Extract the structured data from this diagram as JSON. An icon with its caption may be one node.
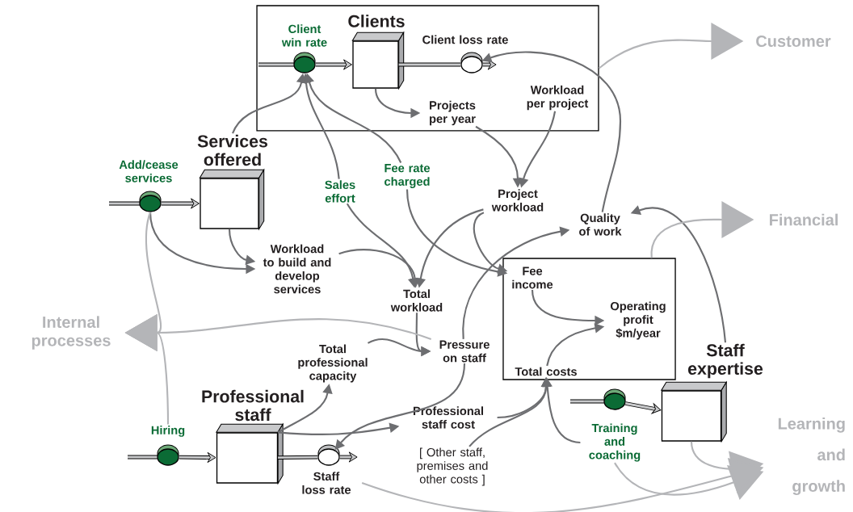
{
  "diagram": {
    "nodes": [
      {
        "text": [],
        "shape": "box"
      },
      {
        "text": [
          "Client win rate"
        ],
        "in": 0
      },
      {
        "text": [
          "Clients"
        ],
        "in": 0
      },
      {
        "text": [
          "Client loss rate"
        ],
        "in": 0
      },
      {
        "text": [
          "Projects per year"
        ],
        "in": 0
      },
      {
        "text": [
          "Workload per project"
        ],
        "in": 0
      },
      {
        "text": [
          "Services offered"
        ]
      },
      {
        "text": [
          "Add/cease services"
        ]
      },
      {
        "text": [
          "Sales effort"
        ]
      },
      {
        "text": [
          "Fee rate charged"
        ]
      },
      {
        "text": [
          "Project workload"
        ]
      },
      {
        "text": [
          "Quality of work"
        ]
      },
      {
        "text": [
          "Workload to build and develop services"
        ]
      },
      {
        "text": [
          "Total workload"
        ]
      },
      {
        "text": [],
        "shape": "box"
      },
      {
        "text": [
          "Fee income"
        ],
        "in": 14
      },
      {
        "text": [
          "Operating profit $m/year"
        ],
        "in": 14
      },
      {
        "text": [
          "Total costs"
        ],
        "in": 14
      },
      {
        "text": [
          "Pressure on staff"
        ]
      },
      {
        "text": [
          "Total professional capacity"
        ]
      },
      {
        "text": [
          "Professional staff"
        ]
      },
      {
        "text": [
          "Hiring"
        ]
      },
      {
        "text": [
          "Staff loss rate"
        ]
      },
      {
        "text": [
          "Professional staff cost"
        ]
      },
      {
        "text": [
          "[ Other staff, premises and other costs ]"
        ]
      },
      {
        "text": [
          "Staff expertise"
        ]
      },
      {
        "text": [
          "Training and coaching"
        ]
      },
      {
        "text": [
          "Customer"
        ]
      },
      {
        "text": [
          "Financial"
        ]
      },
      {
        "text": [
          "Internal processes"
        ]
      },
      {
        "text": [
          "Learning and growth"
        ]
      }
    ],
    "edges": [
      {
        "from": 1,
        "to": 2,
        "arrow": "to",
        "style": "thick",
        "color": "#000000"
      },
      {
        "from": 2,
        "to": 3,
        "arrow": "none",
        "style": "thick",
        "color": "#000000"
      },
      {
        "from": 3,
        "to": null,
        "arrow": "to",
        "style": "thick",
        "color": "#000000"
      },
      {
        "from": 7,
        "to": 6,
        "arrow": "to",
        "style": "thick",
        "color": "#000000"
      },
      {
        "from": 21,
        "to": 20,
        "arrow": "to",
        "style": "thick",
        "color": "#000000"
      },
      {
        "from": 20,
        "to": 22,
        "arrow": "none",
        "style": "thick",
        "color": "#000000"
      },
      {
        "from": 22,
        "to": null,
        "arrow": "to",
        "style": "thick",
        "color": "#000000"
      },
      {
        "from": 26,
        "to": 25,
        "arrow": "to",
        "style": "thick",
        "color": "#000000"
      },
      {
        "from": 2,
        "to": 4,
        "arrow": "to"
      },
      {
        "from": 6,
        "to": 1,
        "arrow": "to"
      },
      {
        "from": 8,
        "to": 1,
        "arrow": "to"
      },
      {
        "from": 9,
        "to": 1,
        "arrow": "to"
      },
      {
        "from": 4,
        "to": 10,
        "arrow": "to"
      },
      {
        "from": 5,
        "to": 10,
        "arrow": "to"
      },
      {
        "from": 11,
        "to": 3,
        "arrow": "to"
      },
      {
        "from": 7,
        "to": 12,
        "arrow": "to"
      },
      {
        "from": 6,
        "to": 12,
        "arrow": "to"
      },
      {
        "from": 8,
        "to": 13,
        "arrow": "to"
      },
      {
        "from": 12,
        "to": 13,
        "arrow": "to"
      },
      {
        "from": 10,
        "to": 13,
        "arrow": "to"
      },
      {
        "from": 10,
        "to": 15,
        "arrow": "to"
      },
      {
        "from": 9,
        "to": 15,
        "arrow": "to"
      },
      {
        "from": 18,
        "to": 11,
        "arrow": "to"
      },
      {
        "from": 25,
        "to": 11,
        "arrow": "to"
      },
      {
        "from": 15,
        "to": 16,
        "arrow": "to"
      },
      {
        "from": 17,
        "to": 16,
        "arrow": "to"
      },
      {
        "from": 13,
        "to": 18,
        "arrow": "to"
      },
      {
        "from": 19,
        "to": 18,
        "arrow": "to"
      },
      {
        "from": 20,
        "to": 19,
        "arrow": "to"
      },
      {
        "from": 20,
        "to": 23,
        "arrow": "to"
      },
      {
        "from": 18,
        "to": 22,
        "arrow": "to"
      },
      {
        "from": 23,
        "to": 17,
        "arrow": "to"
      },
      {
        "from": 24,
        "to": 17,
        "arrow": "to"
      },
      {
        "from": 26,
        "to": 17,
        "arrow": "to"
      },
      {
        "from": 0,
        "to": 27,
        "arrow": "to",
        "color": "#b4b5b8"
      },
      {
        "from": 14,
        "to": 28,
        "arrow": "to",
        "color": "#b4b5b8"
      },
      {
        "from": 18,
        "to": 29,
        "arrow": "to",
        "color": "#b4b5b8"
      },
      {
        "from": 7,
        "to": 29,
        "arrow": "to",
        "color": "#b4b5b8"
      },
      {
        "from": 21,
        "to": 29,
        "arrow": "to",
        "color": "#b4b5b8"
      },
      {
        "from": 26,
        "to": 30,
        "arrow": "to",
        "color": "#b4b5b8"
      },
      {
        "from": 25,
        "to": 30,
        "arrow": "to",
        "color": "#b4b5b8"
      },
      {
        "from": 22,
        "to": 30,
        "arrow": "to",
        "color": "#b4b5b8"
      }
    ]
  }
}
